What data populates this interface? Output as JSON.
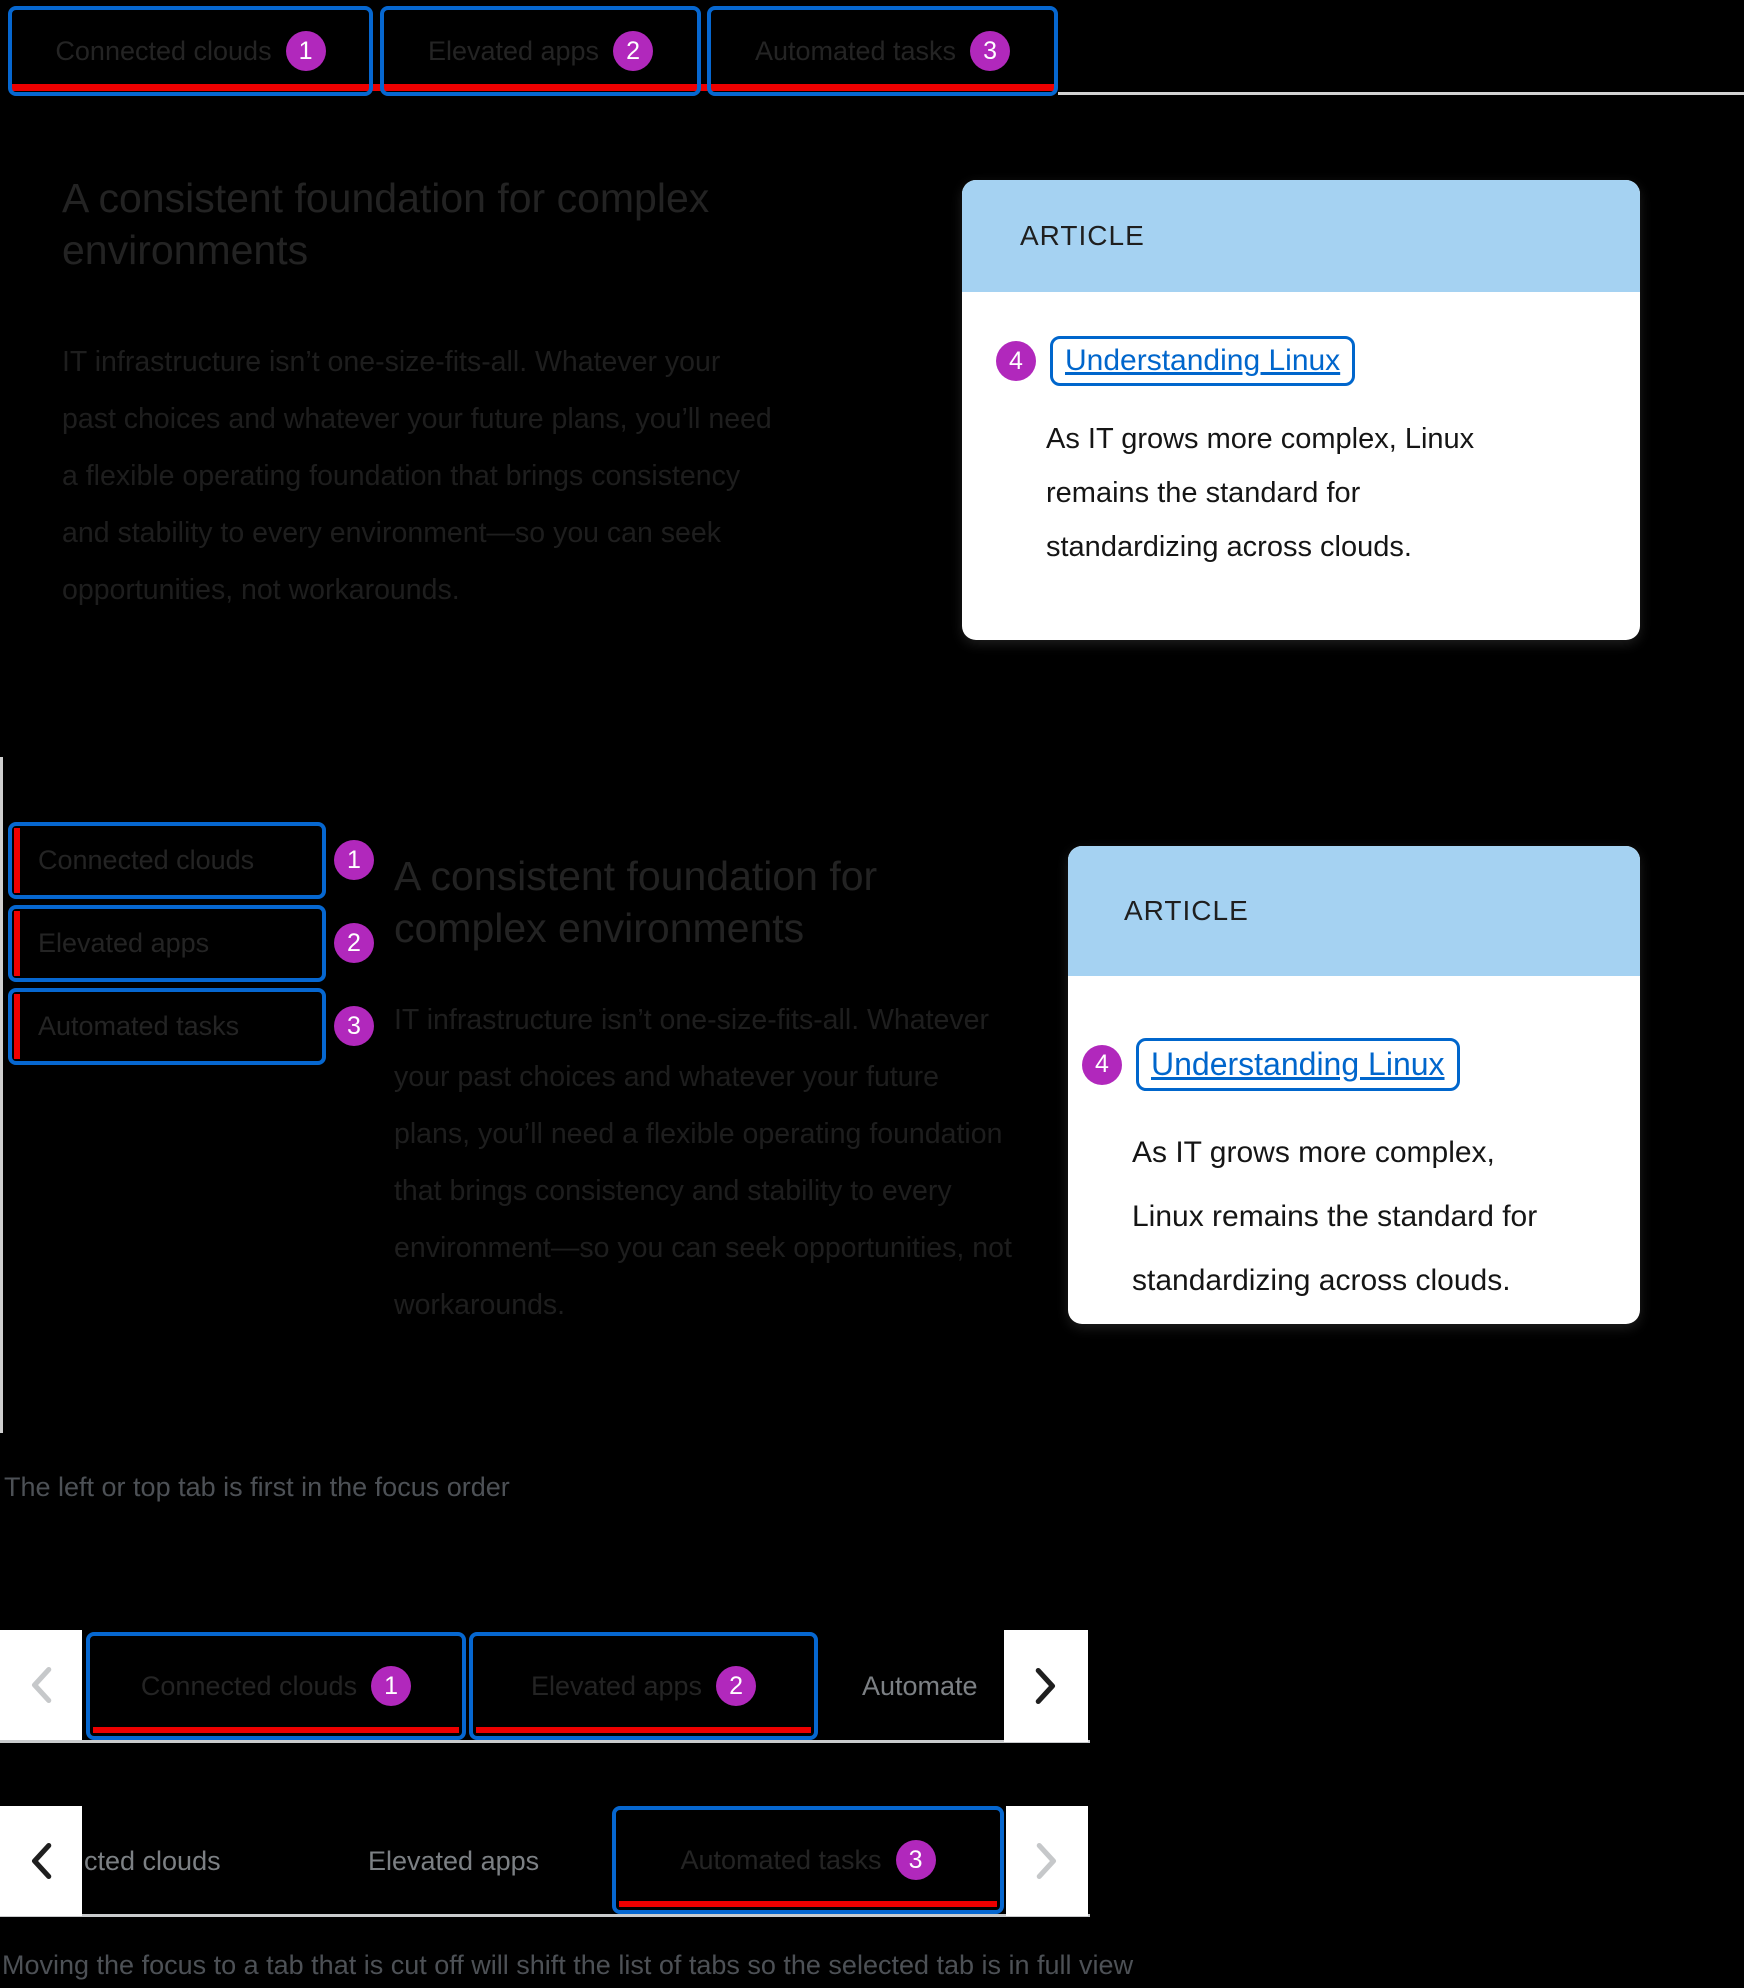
{
  "colors": {
    "focus_blue": "#0667d0",
    "indicator_red": "#ee0000",
    "annotation_purple": "#b128bc",
    "card_header_blue": "#a5d2f2",
    "link_blue": "#0066cc",
    "border_gray": "#d2d2d2"
  },
  "tabs_horizontal": {
    "items": [
      {
        "label": "Connected clouds",
        "badge": "1"
      },
      {
        "label": "Elevated apps",
        "badge": "2"
      },
      {
        "label": "Automated tasks",
        "badge": "3"
      }
    ],
    "heading": "A consistent foundation for complex environments",
    "body": "IT infrastructure isn’t one-size-fits-all. Whatever your past choices and whatever your future plans, you’ll need a flexible operating foundation that brings consistency and stability to every environment—so you can seek opportunities, not workarounds.",
    "card": {
      "eyebrow": "ARTICLE",
      "badge": "4",
      "link_label": "Understanding Linux",
      "body": "As IT grows more complex, Linux remains the standard for standardizing across clouds."
    }
  },
  "tabs_vertical": {
    "items": [
      {
        "label": "Connected clouds",
        "badge": "1"
      },
      {
        "label": "Elevated apps",
        "badge": "2"
      },
      {
        "label": "Automated tasks",
        "badge": "3"
      }
    ],
    "heading": "A consistent foundation for complex environments",
    "body": "IT infrastructure isn’t one-size-fits-all. Whatever your past choices and whatever your future plans, you’ll need a flexible operating foundation that brings consistency and stability to every environment—so you can seek opportunities, not workarounds.",
    "card": {
      "eyebrow": "ARTICLE",
      "badge": "4",
      "link_label": "Understanding Linux",
      "body": "As IT grows more complex, Linux remains the standard for standardizing across clouds."
    }
  },
  "caption_focus_order": "The left or top tab is first in the focus order",
  "overflow_first": {
    "tabs": [
      {
        "label": "Connected clouds",
        "badge": "1"
      },
      {
        "label": "Elevated apps",
        "badge": "2"
      }
    ],
    "cut_tab_label": "Automate"
  },
  "overflow_second": {
    "cut_tab_label": "cted clouds",
    "unfocused_tab_label": "Elevated apps",
    "focused_tab": {
      "label": "Automated tasks",
      "badge": "3"
    }
  },
  "caption_overflow": "Moving the focus to a tab that is cut off will shift the list of tabs so the selected tab is in full view"
}
